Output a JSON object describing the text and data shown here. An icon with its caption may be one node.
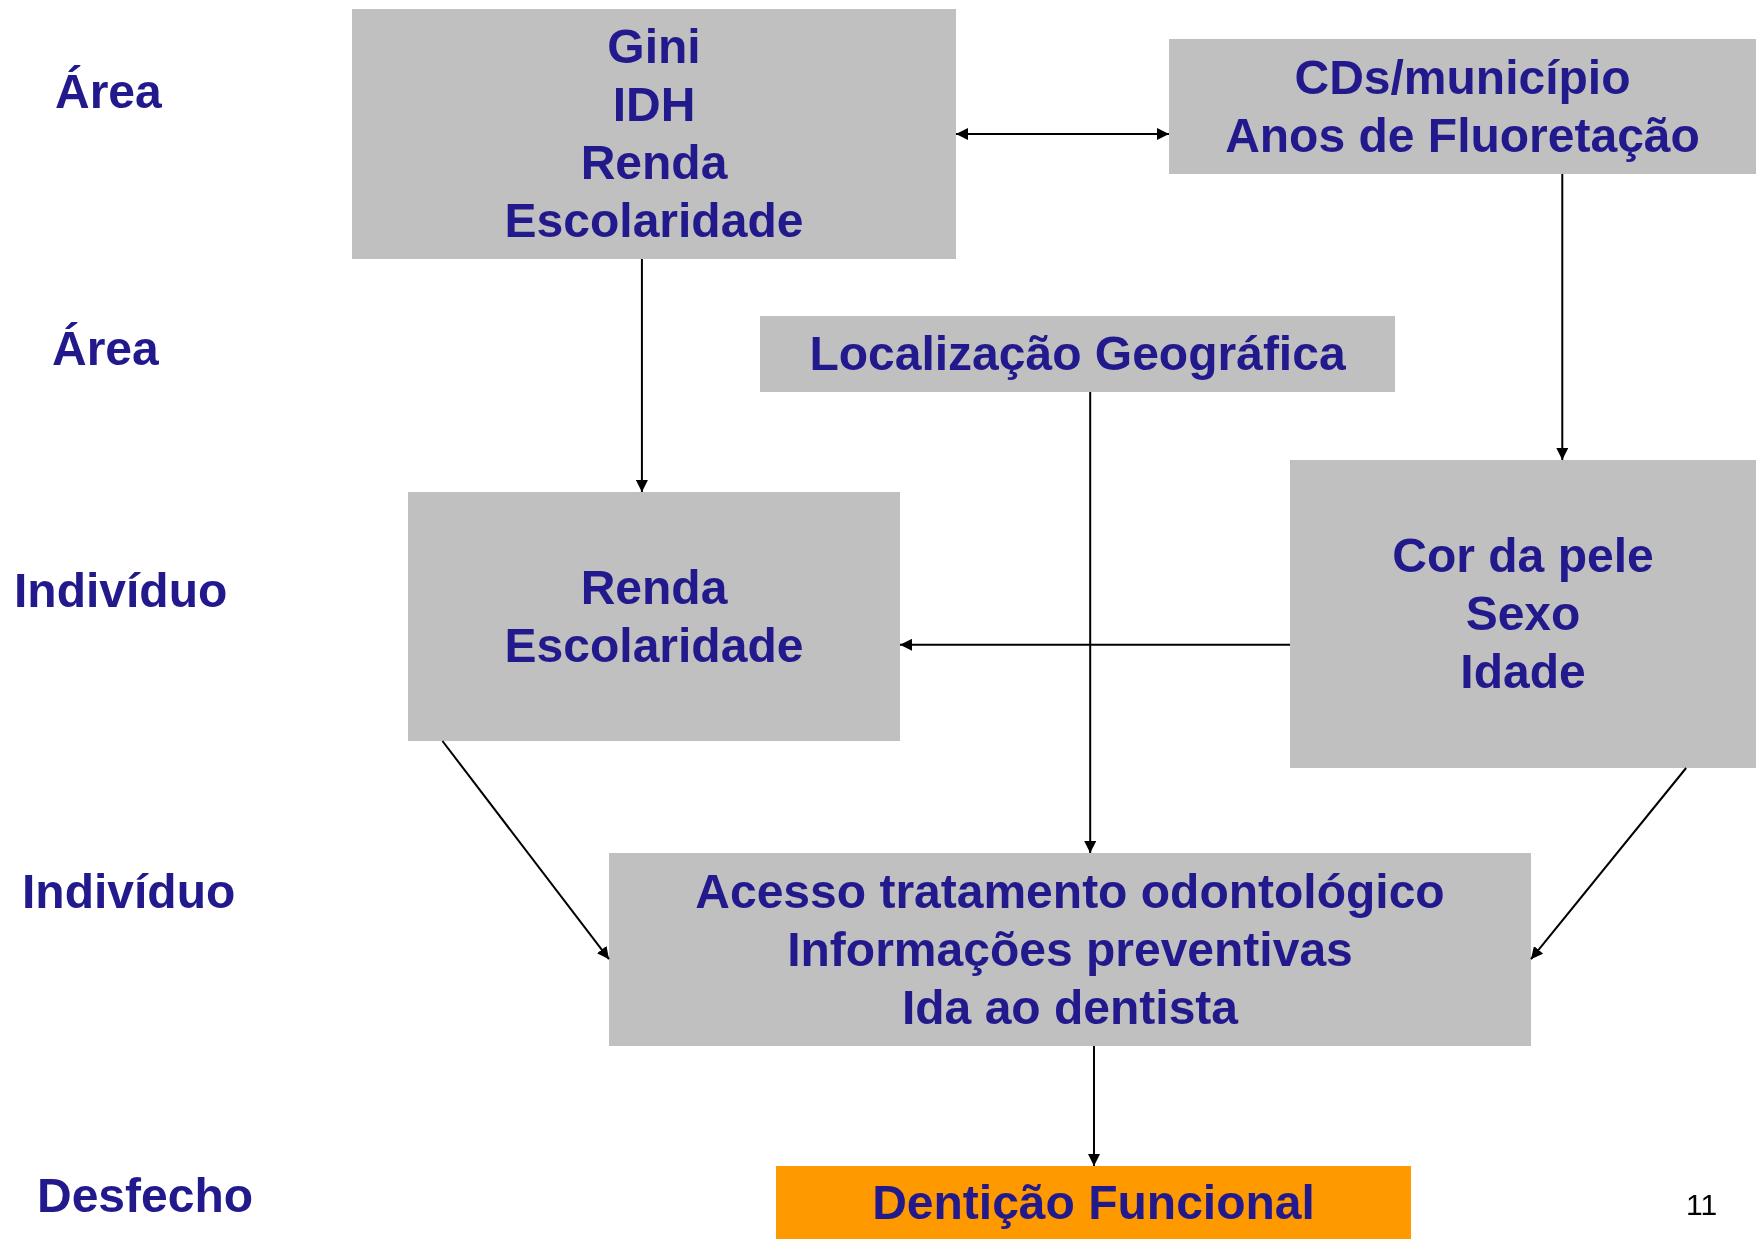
{
  "diagram": {
    "nodes": [
      {
        "text": [
          "Gini",
          "IDH",
          "Renda",
          "Escolaridade"
        ]
      },
      {
        "text": [
          "CDs/município",
          "Anos de Fluoretação"
        ]
      },
      {
        "text": [
          "Localização Geográfica"
        ]
      },
      {
        "text": [
          "Renda",
          "Escolaridade"
        ]
      },
      {
        "text": [
          "Cor da pele",
          "Sexo",
          "Idade"
        ]
      },
      {
        "text": [
          "Acesso tratamento odontológico",
          "Informações preventivas",
          "Ida ao dentista"
        ]
      },
      {
        "text": [
          "Dentição Funcional"
        ]
      }
    ],
    "edges": [
      {
        "from": 0,
        "to": 1,
        "arrow": "both"
      },
      {
        "from": 0,
        "to": 3,
        "arrow": "to"
      },
      {
        "from": 1,
        "to": 4,
        "arrow": "to"
      },
      {
        "from": 2,
        "to": 5,
        "arrow": "to"
      },
      {
        "from": 4,
        "to": 3,
        "arrow": "to"
      },
      {
        "from": 3,
        "to": 5,
        "arrow": "to"
      },
      {
        "from": 4,
        "to": 5,
        "arrow": "to"
      },
      {
        "from": 5,
        "to": 6,
        "arrow": "to"
      }
    ],
    "labels": [
      "Área",
      "Área",
      "Indivíduo",
      "Indivíduo",
      "Desfecho",
      "11"
    ]
  }
}
